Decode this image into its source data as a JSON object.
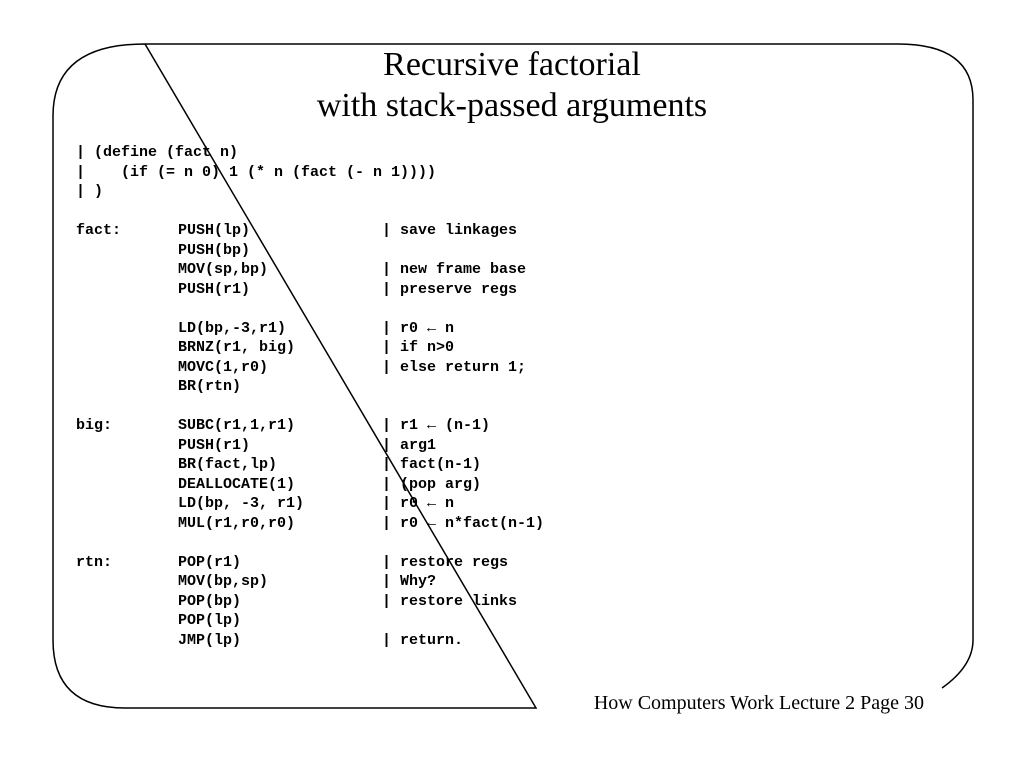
{
  "title": {
    "line1": "Recursive factorial",
    "line2": "with stack-passed arguments"
  },
  "header_lines": [
    "| (define (fact n)",
    "|    (if (= n 0) 1 (* n (fact (- n 1))))",
    "| )"
  ],
  "code_rows": [
    {
      "label": "",
      "instr": "",
      "comment": ""
    },
    {
      "label": "fact:",
      "instr": "PUSH(lp)",
      "comment": "| save linkages"
    },
    {
      "label": "",
      "instr": "PUSH(bp)",
      "comment": ""
    },
    {
      "label": "",
      "instr": "MOV(sp,bp)",
      "comment": "| new frame base"
    },
    {
      "label": "",
      "instr": "PUSH(r1)",
      "comment": "| preserve regs"
    },
    {
      "label": "",
      "instr": "",
      "comment": ""
    },
    {
      "label": "",
      "instr": "LD(bp,-3,r1)",
      "comment": "| r0 ← n"
    },
    {
      "label": "",
      "instr": "BRNZ(r1, big)",
      "comment": "| if n>0"
    },
    {
      "label": "",
      "instr": "MOVC(1,r0)",
      "comment": "| else return 1;"
    },
    {
      "label": "",
      "instr": "BR(rtn)",
      "comment": ""
    },
    {
      "label": "",
      "instr": "",
      "comment": ""
    },
    {
      "label": "big:",
      "instr": "SUBC(r1,1,r1)",
      "comment": "| r1 ← (n-1)"
    },
    {
      "label": "",
      "instr": "PUSH(r1)",
      "comment": "| arg1"
    },
    {
      "label": "",
      "instr": "BR(fact,lp)",
      "comment": "| fact(n-1)"
    },
    {
      "label": "",
      "instr": "DEALLOCATE(1)",
      "comment": "| (pop arg)"
    },
    {
      "label": "",
      "instr": "LD(bp, -3, r1)",
      "comment": "| r0 ← n"
    },
    {
      "label": "",
      "instr": "MUL(r1,r0,r0)",
      "comment": "| r0 ← n*fact(n-1)"
    },
    {
      "label": "",
      "instr": "",
      "comment": ""
    },
    {
      "label": "rtn:",
      "instr": "POP(r1)",
      "comment": "| restore regs"
    },
    {
      "label": "",
      "instr": "MOV(bp,sp)",
      "comment": "| Why?"
    },
    {
      "label": "",
      "instr": "POP(bp)",
      "comment": "| restore links"
    },
    {
      "label": "",
      "instr": "POP(lp)",
      "comment": ""
    },
    {
      "label": "",
      "instr": "JMP(lp)",
      "comment": "| return."
    }
  ],
  "footer": "How Computers Work Lecture 2 Page 30"
}
